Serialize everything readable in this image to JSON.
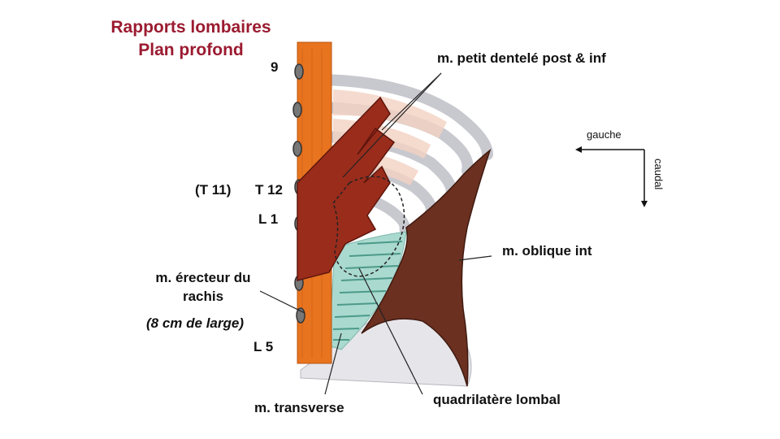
{
  "title": {
    "line1": "Rapports lombaires",
    "line2": "Plan profond"
  },
  "vertebrae": {
    "v9": "9",
    "t11": "(T 11)",
    "t12": "T 12",
    "l1": "L 1",
    "l5": "L 5"
  },
  "labels": {
    "petit_dentele": "m. petit dentelé post & inf",
    "oblique_int": "m. oblique int",
    "erecteur_1": "m. érecteur du",
    "erecteur_2": "rachis",
    "erecteur_width": "(8 cm de large)",
    "transverse": "m. transverse",
    "quadrilatere": "quadrilatère lombal"
  },
  "orientation": {
    "left": "gauche",
    "down": "caudal"
  },
  "colors": {
    "title": "#9b1b30",
    "erector_spinae": "#e8741f",
    "serratus": "#9a2c1c",
    "oblique": "#6b3020",
    "transversus": "#a9d9cf",
    "ribs": "#d9d9dc"
  }
}
